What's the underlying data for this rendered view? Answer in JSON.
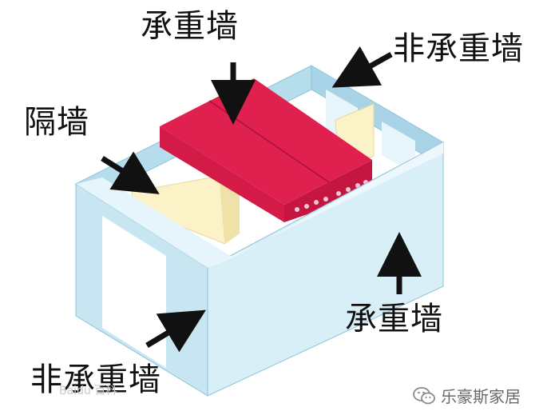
{
  "labels": {
    "top_load_bearing": "承重墙",
    "top_right_non_load_bearing": "非承重墙",
    "partition": "隔墙",
    "bottom_right_load_bearing": "承重墙",
    "bottom_left_non_load_bearing": "非承重墙"
  },
  "watermark_left": "Baidu 百科",
  "brand": {
    "name": "乐豪斯家居",
    "icon": "wechat-icon"
  },
  "colors": {
    "wall_light": "#d6eef7",
    "wall_mid": "#b6ddec",
    "wall_dark": "#9acbe0",
    "partition": "#fbf2c8",
    "slab_top": "#e0204e",
    "slab_side": "#c41640",
    "arrow": "#111111"
  }
}
